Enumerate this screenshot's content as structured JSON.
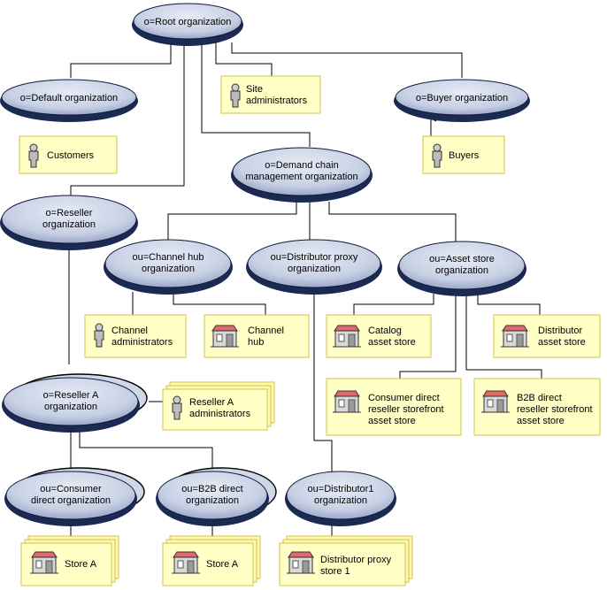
{
  "colors": {
    "ellipse_fill": "#cfd7e8",
    "ellipse_shadow": "#1b2a52",
    "box_fill": "#ffffc6",
    "box_border": "#d2c24a",
    "line": "#000000"
  },
  "nodes": {
    "root_org": {
      "lines": [
        "o=Root organization"
      ]
    },
    "default_org": {
      "lines": [
        "o=Default organization"
      ]
    },
    "site_admins": {
      "lines": [
        "Site",
        "administrators"
      ],
      "icon": "person-icon"
    },
    "buyer_org": {
      "lines": [
        "o=Buyer organization"
      ]
    },
    "customers": {
      "lines": [
        "Customers"
      ],
      "icon": "person-icon"
    },
    "buyers": {
      "lines": [
        "Buyers"
      ],
      "icon": "person-icon"
    },
    "demand_chain_org": {
      "lines": [
        "o=Demand chain",
        "management organization"
      ]
    },
    "reseller_org": {
      "lines": [
        "o=Reseller",
        "organization"
      ]
    },
    "channel_hub_org": {
      "lines": [
        "ou=Channel hub",
        "organization"
      ]
    },
    "distributor_proxy_org": {
      "lines": [
        "ou=Distributor proxy",
        "organization"
      ]
    },
    "asset_store_org": {
      "lines": [
        "ou=Asset store",
        "organization"
      ]
    },
    "channel_admins": {
      "lines": [
        "Channel",
        "administrators"
      ],
      "icon": "person-icon"
    },
    "channel_hub": {
      "lines": [
        "Channel",
        "hub"
      ],
      "icon": "store-icon"
    },
    "catalog_asset_store": {
      "lines": [
        "Catalog",
        "asset store"
      ],
      "icon": "store-icon"
    },
    "distributor_asset_store": {
      "lines": [
        "Distributor",
        "asset store"
      ],
      "icon": "store-icon"
    },
    "consumer_direct_asset_store": {
      "lines": [
        "Consumer direct",
        "reseller storefront",
        "asset store"
      ],
      "icon": "store-icon"
    },
    "b2b_direct_asset_store": {
      "lines": [
        "B2B direct",
        "reseller storefront",
        "asset store"
      ],
      "icon": "store-icon"
    },
    "reseller_a_org": {
      "lines": [
        "o=Reseller A",
        "organization"
      ]
    },
    "reseller_a_admins": {
      "lines": [
        "Reseller A",
        "administrators"
      ],
      "icon": "person-icon"
    },
    "consumer_direct_org": {
      "lines": [
        "ou=Consumer",
        "direct organization"
      ]
    },
    "b2b_direct_org": {
      "lines": [
        "ou=B2B direct",
        "organization"
      ]
    },
    "distributor1_org": {
      "lines": [
        "ou=Distributor1",
        "organization"
      ]
    },
    "store_a_consumer": {
      "lines": [
        "Store A"
      ],
      "icon": "store-icon"
    },
    "store_a_b2b": {
      "lines": [
        "Store A"
      ],
      "icon": "store-icon"
    },
    "distributor_proxy_store": {
      "lines": [
        "Distributor proxy",
        "store 1"
      ],
      "icon": "store-icon"
    }
  }
}
